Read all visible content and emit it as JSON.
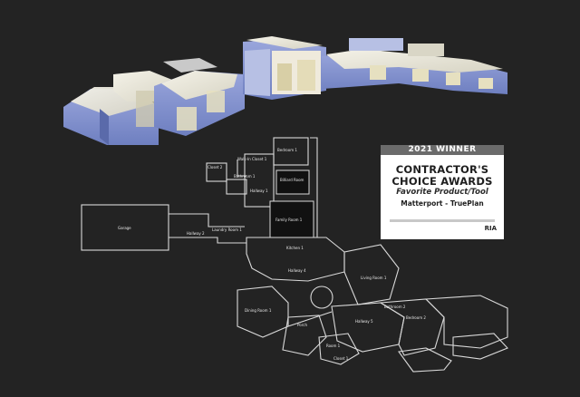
{
  "badge": {
    "year_line": "2021 WINNER",
    "title_line1": "CONTRACTOR'S",
    "title_line2": "CHOICE AWARDS",
    "category": "Favorite Product/Tool",
    "winner": "Matterport - TruePlan",
    "logo": "RIA"
  },
  "floorplan": {
    "rooms": [
      {
        "label": "Bedroom 1"
      },
      {
        "label": "Walk-In Closet 1"
      },
      {
        "label": "Billiard Room"
      },
      {
        "label": "Bathroom 1"
      },
      {
        "label": "Hallway 1"
      },
      {
        "label": "Closet 2"
      },
      {
        "label": "Family Room 1"
      },
      {
        "label": "Garage"
      },
      {
        "label": "Laundry Room 1"
      },
      {
        "label": "Hallway 2"
      },
      {
        "label": "Kitchen 1"
      },
      {
        "label": "Living Room 1"
      },
      {
        "label": "Hallway 4"
      },
      {
        "label": "Dining Room 1"
      },
      {
        "label": "Porch"
      },
      {
        "label": "Bedroom 2"
      },
      {
        "label": "Hallway 5"
      },
      {
        "label": "Bathroom 2"
      },
      {
        "label": "Room 1"
      },
      {
        "label": "Closet 1"
      }
    ]
  },
  "colors": {
    "background": "#232323",
    "model_wall_blue": "#8090c8",
    "model_floor": "#ece9d8",
    "plan_line": "#d9d9d9",
    "badge_bg": "#ffffff"
  }
}
